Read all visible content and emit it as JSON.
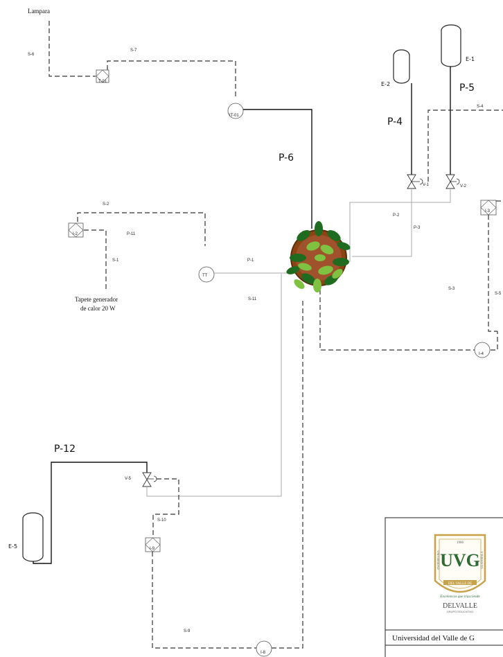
{
  "notes": {
    "lamp": "Lampara",
    "heater_line1": "Tapete generador",
    "heater_line2": "de calor 20 W"
  },
  "pipes": {
    "p1": "P-1",
    "p2": "P-2",
    "p3": "P-3",
    "p4": "P-4",
    "p5": "P-5",
    "p6": "P-6",
    "p11": "P-11",
    "p12": "P-12"
  },
  "signals": {
    "s1": "S-1",
    "s2": "S-2",
    "s3": "S-3",
    "s4": "S-4",
    "s5": "S-5",
    "s6": "S-6",
    "s7": "S-7",
    "s9": "S-9",
    "s10": "S-10",
    "s11": "S-11"
  },
  "tanks": {
    "e1": "E-1",
    "e2": "E-2",
    "e5": "E-5"
  },
  "valves": {
    "v1": "V-1",
    "v2": "V-2",
    "v5": "V-5"
  },
  "instruments": {
    "t01": "T-01",
    "it01": "IT-01",
    "tt": "TT",
    "i2": "I-2",
    "i3": "I-3",
    "i4": "I-4",
    "i8": "I-8",
    "i9": "I-9"
  },
  "title_block": {
    "university": "Universidad del Valle de G",
    "logo_year": "1966",
    "logo_initials": "UVG",
    "logo_ring_left": "UNIVERSIDAD",
    "logo_ring_right": "GUATEMALA",
    "logo_banner": "DEL VALLE DE",
    "logo_motto": "Excelencia que trasciende",
    "logo_brand": "DELVALLE",
    "logo_group": "GRUPO EDUCATIVO"
  },
  "colors": {
    "plant_dark": "#1f6b1f",
    "plant_light": "#7fc241",
    "pot": "#a0522d",
    "logo_gold": "#c8a24a",
    "logo_green": "#2e6b34"
  }
}
